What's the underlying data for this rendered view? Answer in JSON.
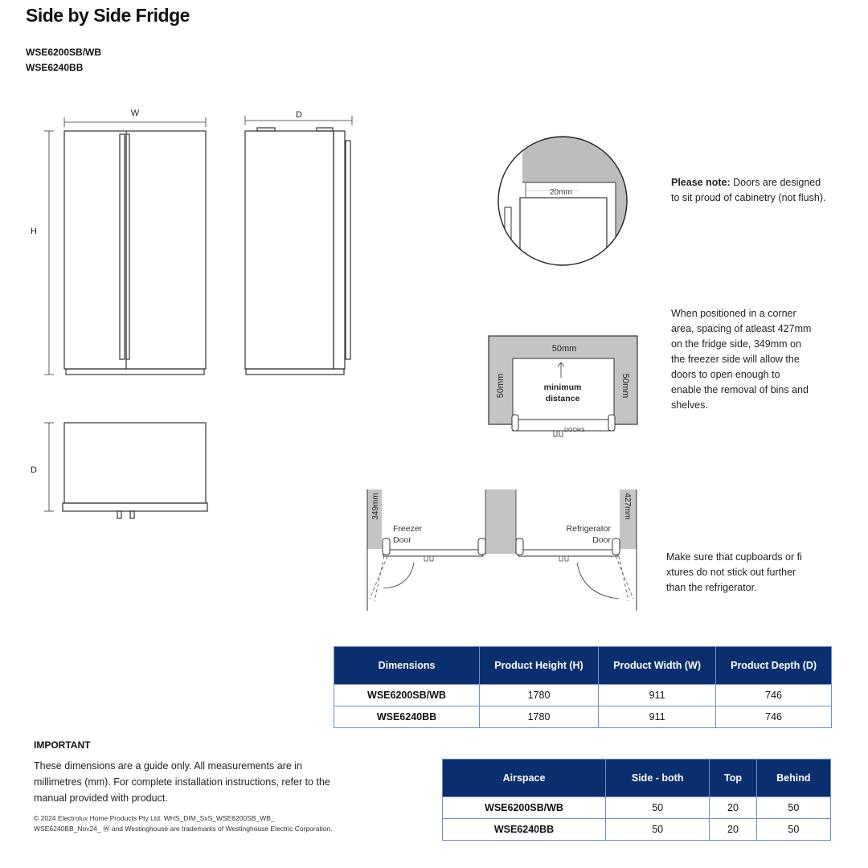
{
  "title": "Side by Side Fridge",
  "models": [
    "WSE6200SB/WB",
    "WSE6240BB"
  ],
  "diagram_labels": {
    "width": "W",
    "depth": "D",
    "height": "H",
    "top_gap": "20mm",
    "side_gap": "50mm",
    "minimum_distance_line1": "minimum",
    "minimum_distance_line2": "distance",
    "doors": "DOORS",
    "freezer_clearance": "349mm",
    "fridge_clearance": "427mm",
    "freezer_door_line1": "Freezer",
    "freezer_door_line2": "Door",
    "fridge_door_line1": "Refrigerator",
    "fridge_door_line2": "Door"
  },
  "notes": {
    "please_note_bold": "Please note:",
    "please_note_text": " Doors are designed to sit proud of cabinetry (not flush).",
    "corner": "When positioned in a corner  area, spacing of atleast 427mm on the fridge side, 349mm on the freezer side will allow the doors to open enough to enable the removal of bins and shelves.",
    "cupboards": "Make sure that cupboards or fi xtures do not stick out further than the refrigerator."
  },
  "dimensions_table": {
    "headers": [
      "Dimensions",
      "Product Height (H)",
      "Product Width (W)",
      "Product Depth (D)"
    ],
    "rows": [
      [
        "WSE6200SB/WB",
        "1780",
        "911",
        "746"
      ],
      [
        "WSE6240BB",
        "1780",
        "911",
        "746"
      ]
    ]
  },
  "airspace_table": {
    "headers": [
      "Airspace",
      "Side - both",
      "Top",
      "Behind"
    ],
    "rows": [
      [
        "WSE6200SB/WB",
        "50",
        "20",
        "50"
      ],
      [
        "WSE6240BB",
        "50",
        "20",
        "50"
      ]
    ]
  },
  "important": {
    "heading": "IMPORTANT",
    "body": "These dimensions are a guide only. All measurements are in millimetres (mm). For complete installation instructions, refer to the manual provided with product.",
    "copyright": "© 2024 Electrolux Home Products Pty Ltd. WHS_DIM_SxS_WSE6200SB_WB_ WSE6240BB_Nov24_ Ⓦ and Westinghouse are trademarks of Westinghouse Electric Corporation."
  },
  "colors": {
    "table_header": "#0a2f6f",
    "cabinet_grey": "#bfbfbf"
  }
}
